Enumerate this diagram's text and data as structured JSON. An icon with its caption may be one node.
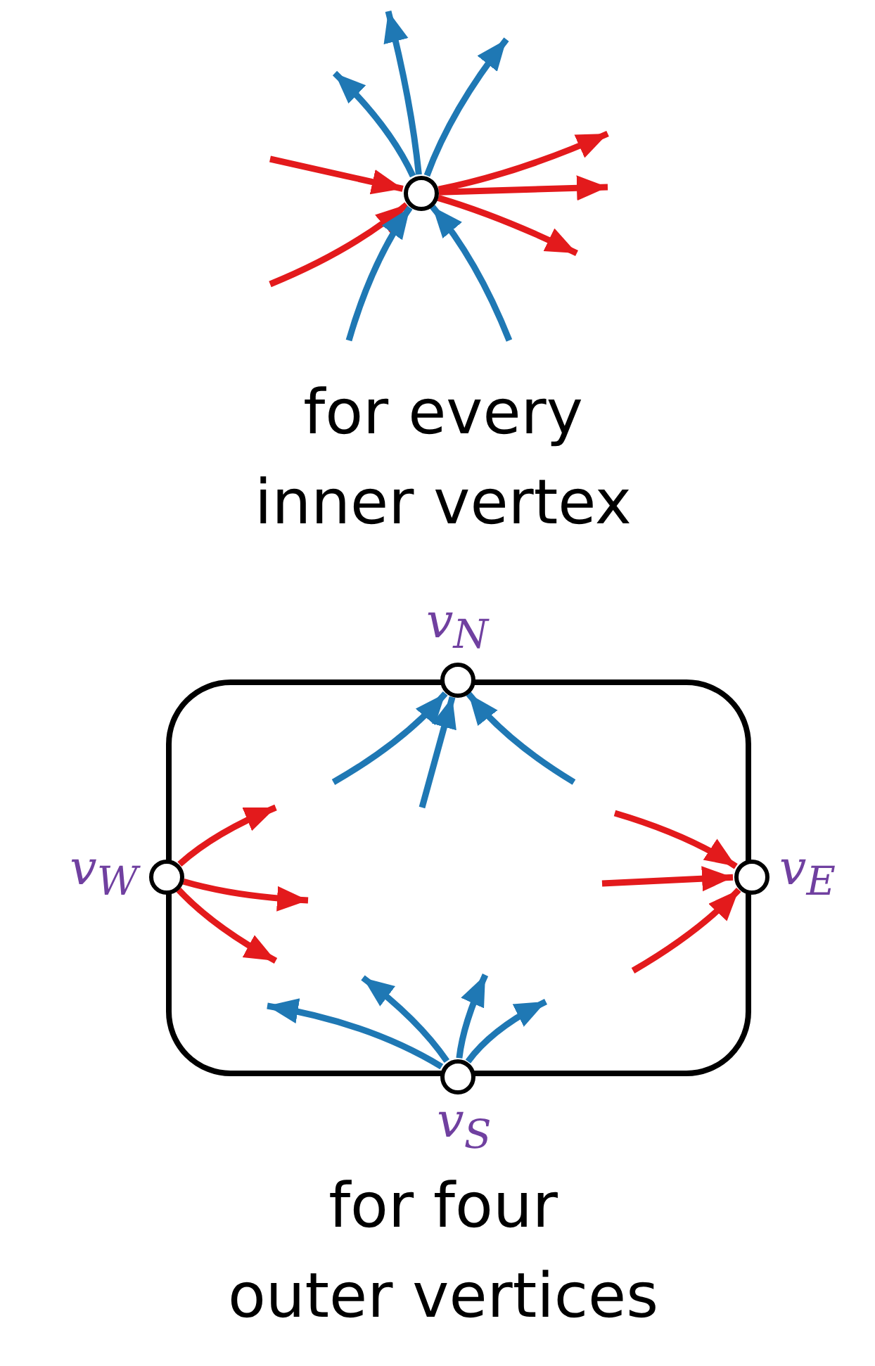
{
  "diagram": {
    "nodes": [
      {
        "text": [],
        "shape": "circle"
      },
      {
        "text": [],
        "shape": "circle",
        "beside": [
          "v$_{N}$"
        ]
      },
      {
        "text": [],
        "shape": "circle",
        "beside": [
          "v$_{W}$"
        ]
      },
      {
        "text": [],
        "shape": "circle",
        "beside": [
          "v$_{E}$"
        ]
      },
      {
        "text": [],
        "shape": "circle",
        "beside": [
          "v$_{S}$"
        ]
      }
    ],
    "edges": [
      {
        "from": null,
        "to": 0,
        "arrow": "to",
        "color": "#e31a1c"
      },
      {
        "from": null,
        "to": 0,
        "arrow": "to",
        "color": "#e31a1c"
      },
      {
        "from": 0,
        "to": null,
        "arrow": "to",
        "color": "#e31a1c"
      },
      {
        "from": 0,
        "to": null,
        "arrow": "to",
        "color": "#e31a1c"
      },
      {
        "from": 0,
        "to": null,
        "arrow": "to",
        "color": "#e31a1c"
      },
      {
        "from": 0,
        "to": null,
        "arrow": "to",
        "color": "#1f78b4"
      },
      {
        "from": 0,
        "to": null,
        "arrow": "to",
        "color": "#1f78b4"
      },
      {
        "from": 0,
        "to": null,
        "arrow": "to",
        "color": "#1f78b4"
      },
      {
        "from": null,
        "to": 0,
        "arrow": "to",
        "color": "#1f78b4"
      },
      {
        "from": null,
        "to": 0,
        "arrow": "to",
        "color": "#1f78b4"
      },
      {
        "from": null,
        "to": 1,
        "arrow": "to",
        "color": "#1f78b4"
      },
      {
        "from": null,
        "to": 1,
        "arrow": "to",
        "color": "#1f78b4"
      },
      {
        "from": null,
        "to": 1,
        "arrow": "to",
        "color": "#1f78b4"
      },
      {
        "from": 2,
        "to": null,
        "arrow": "to",
        "color": "#e31a1c"
      },
      {
        "from": 2,
        "to": null,
        "arrow": "to",
        "color": "#e31a1c"
      },
      {
        "from": 2,
        "to": null,
        "arrow": "to",
        "color": "#e31a1c"
      },
      {
        "from": null,
        "to": 3,
        "arrow": "to",
        "color": "#e31a1c"
      },
      {
        "from": null,
        "to": 3,
        "arrow": "to",
        "color": "#e31a1c"
      },
      {
        "from": null,
        "to": 3,
        "arrow": "to",
        "color": "#e31a1c"
      },
      {
        "from": 4,
        "to": null,
        "arrow": "to",
        "color": "#1f78b4"
      },
      {
        "from": 4,
        "to": null,
        "arrow": "to",
        "color": "#1f78b4"
      },
      {
        "from": 4,
        "to": null,
        "arrow": "to",
        "color": "#1f78b4"
      },
      {
        "from": 4,
        "to": null,
        "arrow": "to",
        "color": "#1f78b4"
      }
    ],
    "labels": [
      "for every inner vertex",
      "for four outer vertices"
    ]
  }
}
